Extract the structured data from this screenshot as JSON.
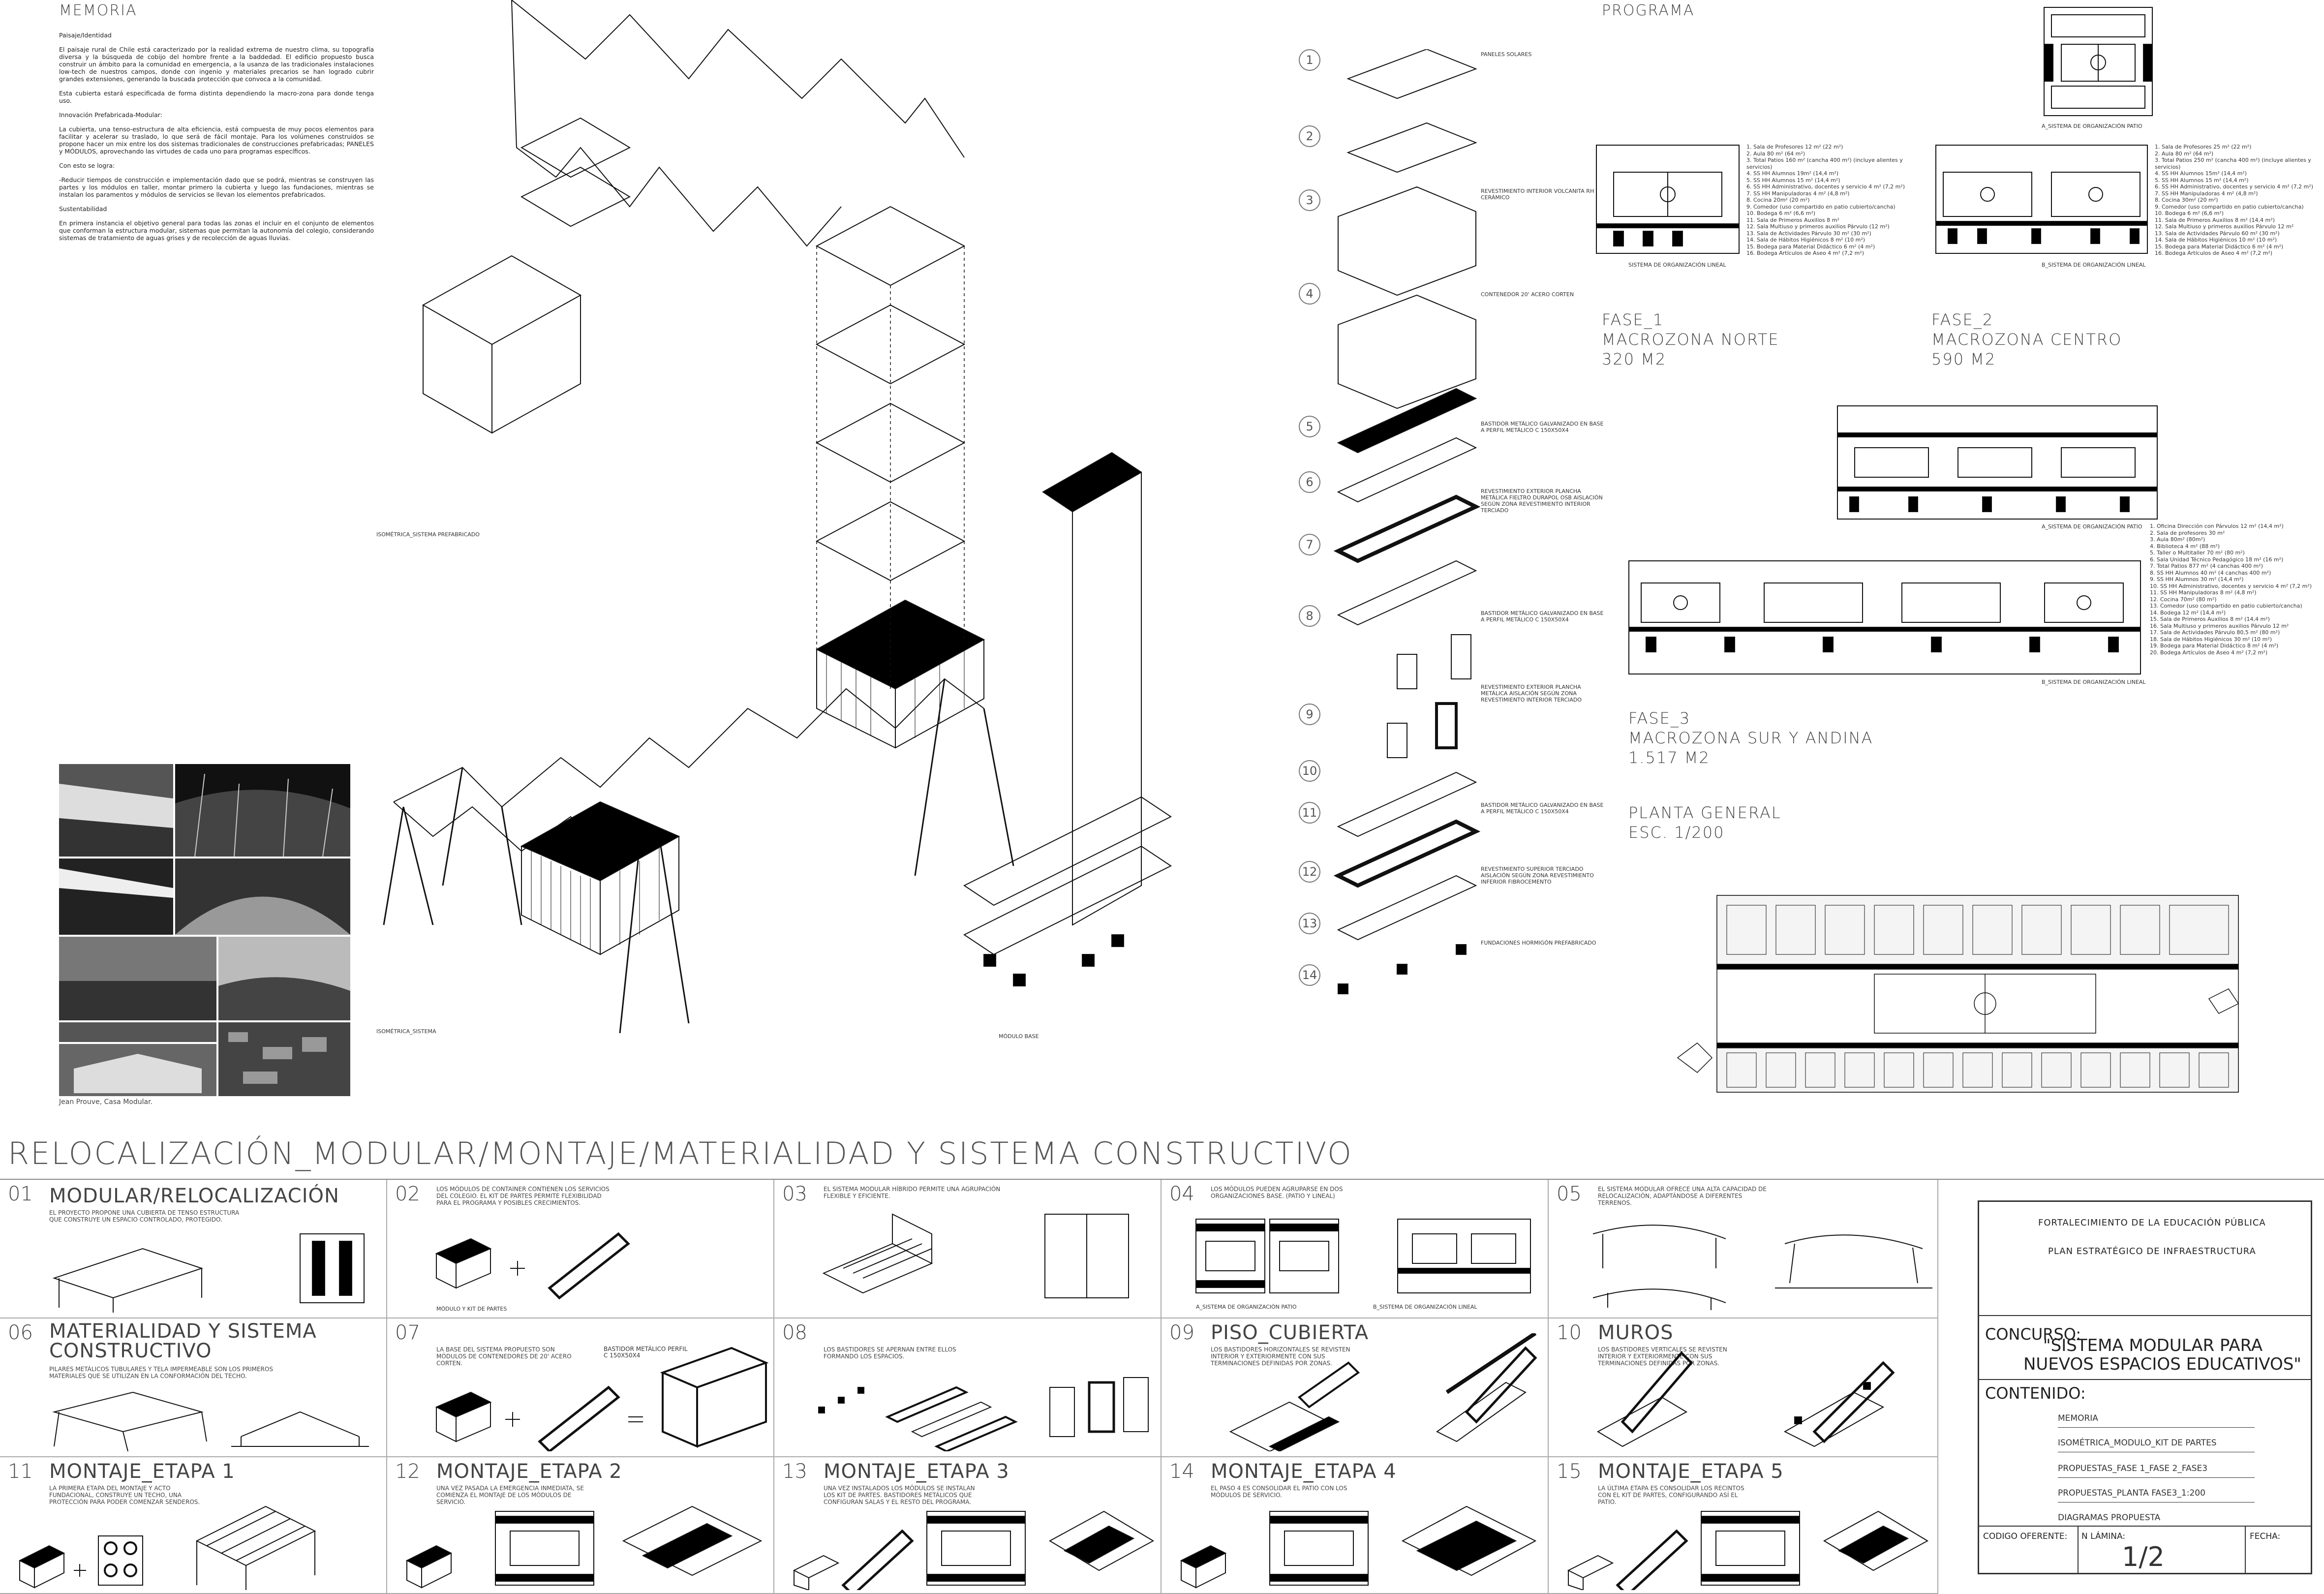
{
  "memoria": {
    "heading": "MEMORIA",
    "sub1": "Paisaje/Identidad",
    "p1": "El paisaje rural de Chile está caracterizado por la realidad extrema de nuestro clima, su topografía diversa y la búsqueda de cobijo del hombre frente a la baddedad. El edificio propuesto busca construir un ámbito para la comunidad en emergencia, a la usanza de las tradicionales instalaciones low-tech de nuestros campos, donde con ingenio y materiales precarios se han logrado cubrir grandes extensiones, generando la buscada protección que convoca a la comunidad.",
    "p2": "Esta cubierta estará especificada de forma distinta dependiendo la macro-zona para donde tenga uso.",
    "sub2": "Innovación Prefabricada-Modular:",
    "p3": "La cubierta, una tenso-estructura de alta eficiencia, está compuesta de muy pocos elementos para facilitar y acelerar su traslado, lo que será de fácil montaje. Para los volúmenes construidos se propone hacer un mix entre los dos sistemas tradicionales de construcciones prefabricadas; PANELES y MÓDULOS, aprovechando las virtudes de cada uno para programas específicos.",
    "sub3": "Con esto se logra:",
    "p4": "-Reducir tiempos de construcción e implementación dado que se podrá, mientras se construyen las partes y los módulos en taller, montar primero la cubierta y luego las fundaciones, mientras se instalan los paramentos y módulos de servicios se llevan los elementos prefabricados.",
    "sub4": "Sustentabilidad",
    "p5": "En primera instancia el objetivo general para todas las zonas el incluir en el conjunto de elementos que conforman la estructura modular, sistemas que permitan la autonomía del colegio, considerando sistemas de tratamiento de aguas grises y de recolección de aguas lluvias.",
    "caption": "Jean Prouve, Casa Modular."
  },
  "isometric_labels": {
    "sistema_prefab": "ISOMÉTRICA_SISTEMA PREFABRICADO",
    "sistema": "ISOMÉTRICA_SISTEMA",
    "modulo_base": "MÓDULO BASE"
  },
  "parts": [
    {
      "n": "1",
      "label": "PANELES SOLARES"
    },
    {
      "n": "2",
      "label": ""
    },
    {
      "n": "3",
      "label": "REVESTIMIENTO INTERIOR VOLCANITA RH CERÁMICO"
    },
    {
      "n": "4",
      "label": "CONTENEDOR 20' ACERO CORTEN"
    },
    {
      "n": "5",
      "label": "BASTIDOR METÁLICO GALVANIZADO EN BASE A PERFIL METÁLICO C 150X50X4"
    },
    {
      "n": "6",
      "label": ""
    },
    {
      "n": "7",
      "label": "REVESTIMIENTO EXTERIOR PLANCHA METÁLICA FIELTRO DURAPOL OSB AISLACIÓN SEGÚN ZONA REVESTIMIENTO INTERIOR TERCIADO"
    },
    {
      "n": "8",
      "label": "BASTIDOR METÁLICO GALVANIZADO EN BASE A PERFIL METÁLICO C 150X50X4"
    },
    {
      "n": "9",
      "label": "REVESTIMIENTO EXTERIOR PLANCHA METÁLICA AISLACIÓN SEGÚN ZONA REVESTIMIENTO INTERIOR TERCIADO"
    },
    {
      "n": "10",
      "label": ""
    },
    {
      "n": "11",
      "label": "BASTIDOR METÁLICO GALVANIZADO EN BASE A PERFIL METÁLICO C 150X50X4"
    },
    {
      "n": "12",
      "label": "REVESTIMIENTO SUPERIOR TERCIADO AISLACIÓN SEGÚN ZONA REVESTIMIENTO INFERIOR FIBROCEMENTO"
    },
    {
      "n": "13",
      "label": ""
    },
    {
      "n": "14",
      "label": "FUNDACIONES HORMIGÓN PREFABRICADO"
    }
  ],
  "programa": {
    "heading": "PROGRAMA",
    "org_patio": "A_SISTEMA DE ORGANIZACIÓN PATIO",
    "org_lineal": "SISTEMA DE ORGANIZACIÓN LINEAL",
    "org_lineal_b": "B_SISTEMA DE ORGANIZACIÓN LINEAL",
    "fase1": {
      "t1": "FASE_1",
      "t2": "MACROZONA NORTE",
      "t3": "320 M2"
    },
    "fase2": {
      "t1": "FASE_2",
      "t2": "MACROZONA CENTRO",
      "t3": "590 M2"
    },
    "fase3": {
      "t1": "FASE_3",
      "t2": "MACROZONA SUR Y ANDINA",
      "t3": "1.517 M2"
    },
    "planta": {
      "t1": "PLANTA GENERAL",
      "t2": "ESC. 1/200"
    },
    "list1": [
      "1. Sala de Profesores 12 m² (22 m²)",
      "2. Aula 80 m² (64 m²)",
      "3. Total Patios 160 m² (cancha 400 m²) (incluye alientes y servicios)",
      "4. SS HH Alumnos 19m² (14,4 m²)",
      "5. SS HH Alumnos 15 m² (14,4 m²)",
      "6. SS HH Administrativo, docentes y servicio 4 m² (7,2 m²)",
      "7. SS HH Manipuladoras 4 m² (4,8 m²)",
      "8. Cocina 20m² (20 m²)",
      "9. Comedor (uso compartido en patio cubierto/cancha)",
      "10. Bodega 6 m² (6,6 m²)",
      "11. Sala de Primeros Auxilios 8 m²",
      "12. Sala Multiuso y primeros auxilios Párvulo (12 m²)",
      "13. Sala de Actividades Párvulo 30 m² (30 m²)",
      "14. Sala de Hábitos Higiénicos 8 m² (10 m²)",
      "15. Bodega para Material Didáctico 6 m² (4 m²)",
      "16. Bodega Artículos de Aseo 4 m² (7,2 m²)"
    ],
    "list2": [
      "1. Sala de Profesores 25 m² (22 m²)",
      "2. Aula 80 m² (64 m²)",
      "3. Total Patios 250 m² (cancha 400 m²) (incluye alientes y servicios)",
      "4. SS HH Alumnos 15m² (14,4 m²)",
      "5. SS HH Alumnos 15 m² (14,4 m²)",
      "6. SS HH Administrativo, docentes y servicio 4 m² (7,2 m²)",
      "7. SS HH Manipuladoras 4 m² (4,8 m²)",
      "8. Cocina 30m² (20 m²)",
      "9. Comedor (uso compartido en patio cubierto/cancha)",
      "10. Bodega 6 m² (6,6 m²)",
      "11. Sala de Primeros Auxilios 8 m² (14,4 m²)",
      "12. Sala Multiuso y primeros auxilios Párvulo 12 m²",
      "13. Sala de Actividades Párvulo 60 m² (30 m²)",
      "14. Sala de Hábitos Higiénicos 10 m² (10 m²)",
      "15. Bodega para Material Didáctico 6 m² (4 m²)",
      "16. Bodega Artículos de Aseo 4 m² (7,2 m²)"
    ],
    "list3": [
      "1. Oficina Dirección con Párvulos 12 m² (14,4 m²)",
      "2. Sala de profesores 30 m²",
      "3. Aula 80m² (80m²)",
      "4. Biblioteca 4 m² (88 m²)",
      "5. Taller o Multitaller 70 m² (80 m²)",
      "6. Sala Unidad Técnico Pedagógico 18 m² (16 m²)",
      "7. Total Patios 877 m² (4 canchas 400 m²)",
      "8. SS HH Alumnos 40 m² (4 canchas 400 m²)",
      "9. SS HH Alumnos 30 m² (14,4 m²)",
      "10. SS HH Administrativo, docentes y servicio 4 m² (7,2 m²)",
      "11. SS HH Manipuladoras 8 m² (4,8 m²)",
      "12. Cocina 70m² (80 m²)",
      "13. Comedor (uso compartido en patio cubierto/cancha)",
      "14. Bodega 12 m² (14,4 m²)",
      "15. Sala de Primeros Auxilios 8 m² (14,4 m²)",
      "16. Sala Multiuso y primeros auxilios Párvulo 12 m²",
      "17. Sala de Actividades Párvulo 80,5 m² (80 m²)",
      "18. Sala de Hábitos Higiénicos 30 m² (10 m²)",
      "19. Bodega para Material Didáctico 8 m² (4 m²)",
      "20. Bodega Artículos de Aseo 4 m² (7,2 m²)"
    ]
  },
  "main_title": "RELOCALIZACIÓN_MODULAR/MONTAJE/MATERIALIDAD Y SISTEMA CONSTRUCTIVO",
  "cells": [
    {
      "n": "01",
      "title": "MODULAR/RELOCALIZACIÓN",
      "desc": "EL PROYECTO PROPONE UNA CUBIERTA DE TENSO ESTRUCTURA QUE CONSTRUYE UN ESPACIO CONTROLADO, PROTEGIDO."
    },
    {
      "n": "02",
      "title": "",
      "desc": "LOS MÓDULOS DE CONTAINER CONTIENEN LOS SERVICIOS DEL COLEGIO. EL KIT DE PARTES PERMITE FLEXIBILIDAD PARA EL PROGRAMA Y POSIBLES CRECIMIENTOS.",
      "sub1": "MÓDULO Y KIT DE PARTES"
    },
    {
      "n": "03",
      "title": "",
      "desc": "EL SISTEMA MODULAR HÍBRIDO PERMITE UNA AGRUPACIÓN FLEXIBLE Y EFICIENTE."
    },
    {
      "n": "04",
      "title": "",
      "desc": "LOS MÓDULOS PUEDEN AGRUPARSE EN DOS ORGANIZACIONES BASE. (PATIO Y LINEAL)",
      "sub1": "A_SISTEMA DE ORGANIZACIÓN PATIO",
      "sub2": "B_SISTEMA DE ORGANIZACIÓN LINEAL"
    },
    {
      "n": "05",
      "title": "",
      "desc": "EL SISTEMA MODULAR OFRECE UNA ALTA CAPACIDAD DE RELOCALIZACIÓN, ADAPTÁNDOSE A DIFERENTES TERRENOS."
    },
    {
      "n": "06",
      "title": "MATERIALIDAD Y SISTEMA CONSTRUCTIVO",
      "desc": "PILARES METÁLICOS TUBULARES Y TELA IMPERMEABLE SON LOS PRIMEROS MATERIALES QUE SE UTILIZAN EN LA CONFORMACIÓN DEL TECHO."
    },
    {
      "n": "07",
      "title": "",
      "desc": "LA BASE DEL SISTEMA PROPUESTO SON MÓDULOS DE CONTENEDORES DE 20' ACERO CORTEN.",
      "sub1": "BASTIDOR METÁLICO PERFIL C 150X50X4"
    },
    {
      "n": "08",
      "title": "",
      "desc": "LOS BASTIDORES SE APERNAN ENTRE ELLOS FORMANDO LOS ESPACIOS."
    },
    {
      "n": "09",
      "title": "PISO_CUBIERTA",
      "desc": "LOS BASTIDORES HORIZONTALES SE REVISTEN INTERIOR Y EXTERIORMENTE CON SUS TERMINACIONES DEFINIDAS POR ZONAS."
    },
    {
      "n": "10",
      "title": "MUROS",
      "desc": "LOS BASTIDORES VERTICALES SE REVISTEN INTERIOR Y EXTERIORMENTE CON SUS TERMINACIONES DEFINIDAS POR ZONAS."
    },
    {
      "n": "11",
      "title": "MONTAJE_ETAPA 1",
      "desc": "LA PRIMERA ETAPA DEL MONTAJE Y ACTO FUNDACIONAL, CONSTRUYE UN TECHO, UNA PROTECCIÓN PARA PODER COMENZAR SENDEROS."
    },
    {
      "n": "12",
      "title": "MONTAJE_ETAPA 2",
      "desc": "UNA VEZ PASADA LA EMERGENCIA INMEDIATA, SE COMIENZA EL MONTAJE DE LOS MÓDULOS DE SERVICIO."
    },
    {
      "n": "13",
      "title": "MONTAJE_ETAPA 3",
      "desc": "UNA VEZ INSTALADOS LOS MÓDULOS SE INSTALAN LOS KIT DE PARTES. BASTIDORES METÁLICOS QUE CONFIGURAN SALAS Y EL RESTO DEL PROGRAMA."
    },
    {
      "n": "14",
      "title": "MONTAJE_ETAPA 4",
      "desc": "EL PASO 4 ES CONSOLIDAR EL PATIO CON LOS MÓDULOS DE SERVICIO."
    },
    {
      "n": "15",
      "title": "MONTAJE_ETAPA 5",
      "desc": "LA ÚLTIMA ETAPA ES CONSOLIDAR LOS RECINTOS CON EL KIT DE PARTES, CONFIGURANDO ASÍ EL PATIO."
    }
  ],
  "title_block": {
    "line1": "FORTALECIMIENTO DE LA EDUCACIÓN PÚBLICA",
    "line2": "PLAN ESTRATÉGICO DE INFRAESTRUCTURA",
    "concurso_label": "CONCURSO:",
    "concurso_title1": "\"SISTEMA MODULAR PARA",
    "concurso_title2": "NUEVOS ESPACIOS EDUCATIVOS\"",
    "contenido_label": "CONTENIDO:",
    "items": [
      "MEMORIA",
      "ISOMÉTRICA_MODULO_KIT DE PARTES",
      "PROPUESTAS_FASE 1_FASE 2_FASE3",
      "PROPUESTAS_PLANTA FASE3_1:200",
      "DIAGRAMAS PROPUESTA"
    ],
    "codigo": "CODIGO OFERENTE:",
    "lamina_label": "N LÁMINA:",
    "lamina": "1/2",
    "fecha": "FECHA:"
  }
}
